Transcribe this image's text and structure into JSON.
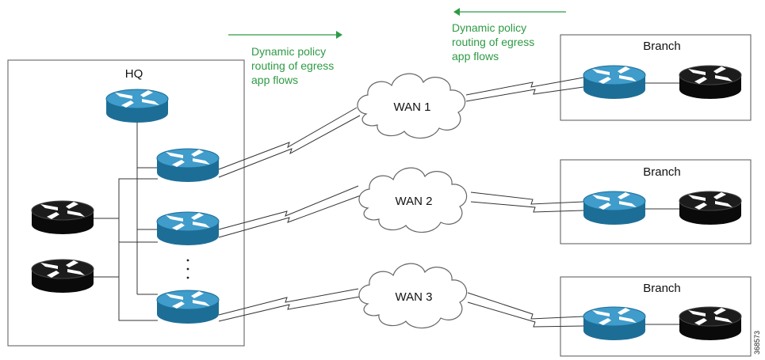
{
  "colors": {
    "annotation": "#2e9a44",
    "router_blue": "#1d6e97",
    "router_blue_top": "#3f9ccb",
    "router_black": "#0a0a0a",
    "router_black_top": "#1c1c1c",
    "line": "#333333",
    "box_border": "#555555",
    "cloud_stroke": "#666666"
  },
  "hq": {
    "label": "HQ",
    "ellipsis": "·\n·\n·"
  },
  "wans": [
    {
      "label": "WAN 1"
    },
    {
      "label": "WAN 2"
    },
    {
      "label": "WAN 3"
    }
  ],
  "branches": [
    {
      "label": "Branch"
    },
    {
      "label": "Branch"
    },
    {
      "label": "Branch"
    }
  ],
  "annotations": [
    {
      "lines": [
        "Dynamic policy",
        "routing of egress",
        "app flows"
      ],
      "arrow_direction": "right"
    },
    {
      "lines": [
        "Dynamic policy",
        "routing of egress",
        "app flows"
      ],
      "arrow_direction": "left"
    }
  ],
  "figure_id": "368573",
  "icons": {
    "router": "router-icon",
    "cloud": "cloud-icon",
    "arrow": "arrow-icon"
  }
}
